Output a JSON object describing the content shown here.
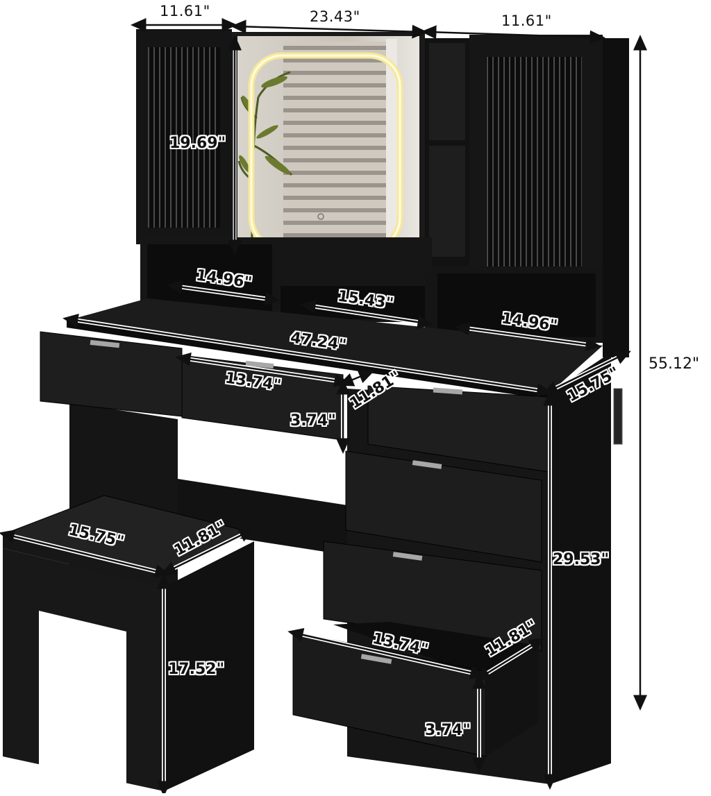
{
  "dimensions": {
    "top_left_width": "11.61\"",
    "mirror_width": "23.43\"",
    "top_right_width": "11.61\"",
    "cabinet_height": "19.69\"",
    "shelf_left": "14.96\"",
    "shelf_center": "15.43\"",
    "shelf_right": "14.96\"",
    "desk_width": "47.24\"",
    "drawer_width": "13.74\"",
    "drawer_depth": "11.81\"",
    "drawer_height": "3.74\"",
    "desk_depth": "15.75\"",
    "overall_height": "55.12\"",
    "desk_height": "29.53\"",
    "stool_width": "15.75\"",
    "stool_depth": "11.81\"",
    "stool_height": "17.52\"",
    "bottom_drawer_width": "13.74\"",
    "bottom_drawer_depth": "11.81\"",
    "bottom_drawer_height": "3.74\""
  },
  "colors": {
    "furniture": "#141414",
    "furniture_face": "#1c1c1c",
    "furniture_side": "#0e0e0e",
    "mirror_light": "#f2e6a0",
    "background": "#ffffff"
  }
}
